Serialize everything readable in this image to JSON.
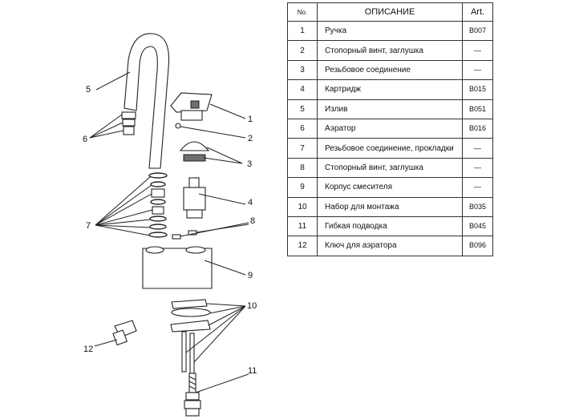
{
  "table": {
    "headers": {
      "no": "No.",
      "description": "ОПИСАНИЕ",
      "art": "Art."
    },
    "rows": [
      {
        "no": "1",
        "description": "Ручка",
        "art": "B007"
      },
      {
        "no": "2",
        "description": "Стопорный винт, заглушка",
        "art": "—"
      },
      {
        "no": "3",
        "description": "Резьбовое соединение",
        "art": "—"
      },
      {
        "no": "4",
        "description": "Картридж",
        "art": "B015"
      },
      {
        "no": "5",
        "description": "Излив",
        "art": "B051"
      },
      {
        "no": "6",
        "description": "Аэратор",
        "art": "B016"
      },
      {
        "no": "7",
        "description": "Резьбовое соединение, прокладки",
        "art": "—"
      },
      {
        "no": "8",
        "description": "Стопорный винт, заглушка",
        "art": "—"
      },
      {
        "no": "9",
        "description": "Корпус смесителя",
        "art": "—"
      },
      {
        "no": "10",
        "description": "Набор для монтажа",
        "art": "B035"
      },
      {
        "no": "11",
        "description": "Гибкая подводка",
        "art": "B045"
      },
      {
        "no": "12",
        "description": "Ключ для аэратора",
        "art": "B096"
      }
    ]
  },
  "diagram": {
    "callouts": [
      "1",
      "2",
      "3",
      "4",
      "5",
      "6",
      "7",
      "8",
      "9",
      "10",
      "11",
      "12"
    ]
  }
}
